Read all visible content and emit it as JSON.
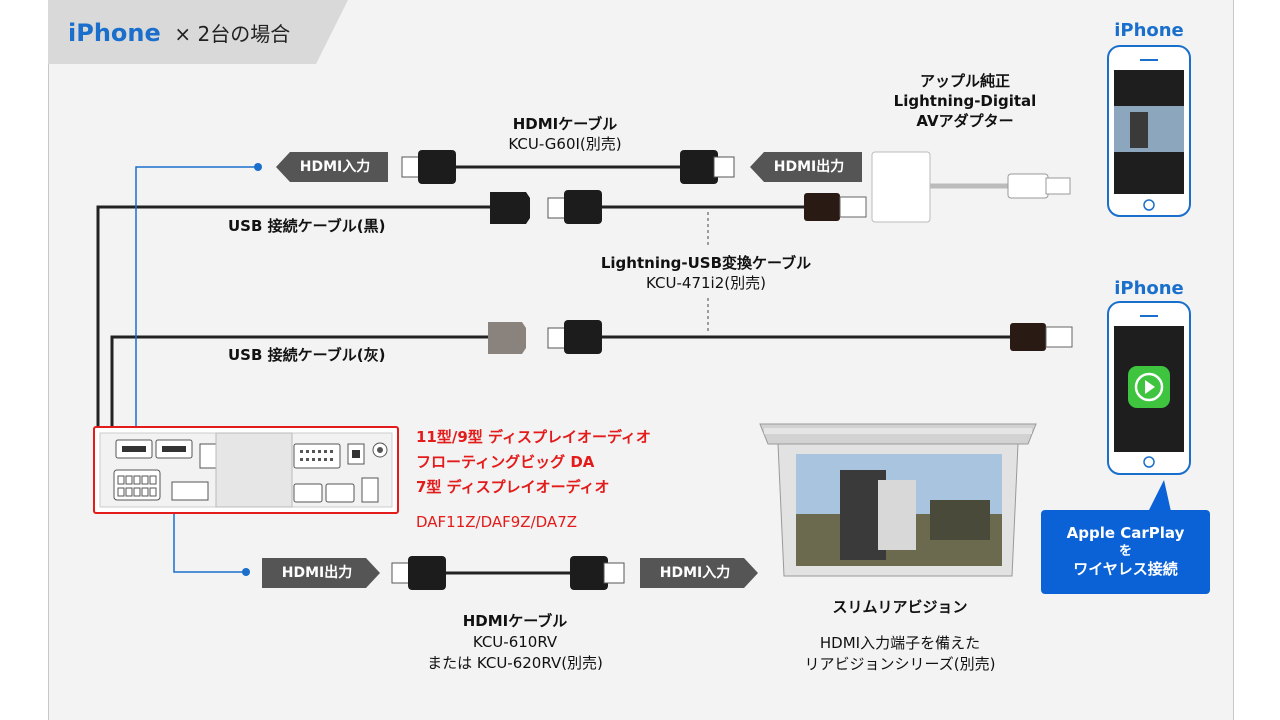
{
  "header": {
    "brand": "iPhone",
    "suffix": "× 2台の場合"
  },
  "hdmi_top": {
    "title": "HDMIケーブル",
    "model": "KCU-G60I(別売)",
    "in_tag": "HDMI入力",
    "out_tag": "HDMI出力"
  },
  "adapter": {
    "line1": "アップル純正",
    "line2": "Lightning-Digital",
    "line3": "AVアダプター"
  },
  "usb_black": "USB 接続ケーブル(黒)",
  "usb_gray": "USB 接続ケーブル(灰)",
  "lightning_usb": {
    "title": "Lightning-USB変換ケーブル",
    "model": "KCU-471i2(別売)"
  },
  "phone_top": {
    "label": "iPhone"
  },
  "phone_bottom": {
    "label": "iPhone"
  },
  "callout": {
    "line1": "Apple CarPlay",
    "line2": "を",
    "line3": "ワイヤレス接続"
  },
  "device": {
    "line1": "11型/9型 ディスプレイオーディオ",
    "line2": "フローティングビッグ DA",
    "line3": "7型 ディスプレイオーディオ",
    "models": "DAF11Z/DAF9Z/DA7Z"
  },
  "hdmi_bottom": {
    "out_tag": "HDMI出力",
    "in_tag": "HDMI入力",
    "title": "HDMIケーブル",
    "model1": "KCU-610RV",
    "model2": "または KCU-620RV(別売)"
  },
  "rear": {
    "title": "スリムリアビジョン",
    "desc1": "HDMI入力端子を備えた",
    "desc2": "リアビジョンシリーズ(別売)"
  },
  "colors": {
    "accent_blue": "#1a6fcc",
    "callout_blue": "#0a62d6",
    "device_red": "#e31b1b",
    "tag_gray": "#555555"
  }
}
